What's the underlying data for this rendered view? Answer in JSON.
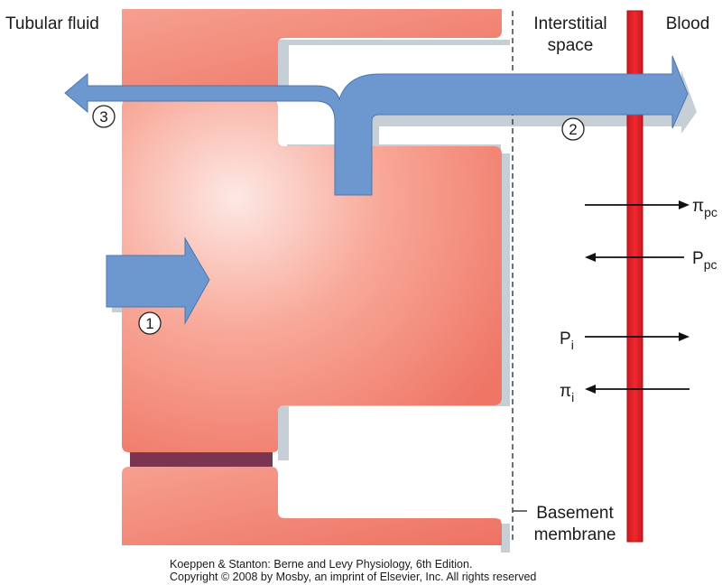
{
  "labels": {
    "tubular_fluid": "Tubular fluid",
    "interstitial_line1": "Interstitial",
    "interstitial_line2": "space",
    "blood": "Blood",
    "basement_line1": "Basement",
    "basement_line2": "membrane"
  },
  "pathways": {
    "one": "1",
    "two": "2",
    "three": "3"
  },
  "forces": {
    "pi_pc": {
      "symbol": "π",
      "sub": "pc"
    },
    "p_pc": {
      "symbol": "P",
      "sub": "pc"
    },
    "p_i": {
      "symbol": "P",
      "sub": "i"
    },
    "pi_i": {
      "symbol": "π",
      "sub": "i"
    }
  },
  "credit": {
    "line1": "Koeppen & Stanton: Berne and Levy Physiology, 6th Edition.",
    "line2": "Copyright © 2008 by Mosby, an imprint of Elsevier, Inc. All rights reserved"
  },
  "colors": {
    "cell": "#f08070",
    "cell_highlight": "#fde8e4",
    "shadow": "#c7cfd6",
    "arrow": "#6d98cf",
    "capillary": "#e8202a",
    "junction": "#7b3550"
  }
}
